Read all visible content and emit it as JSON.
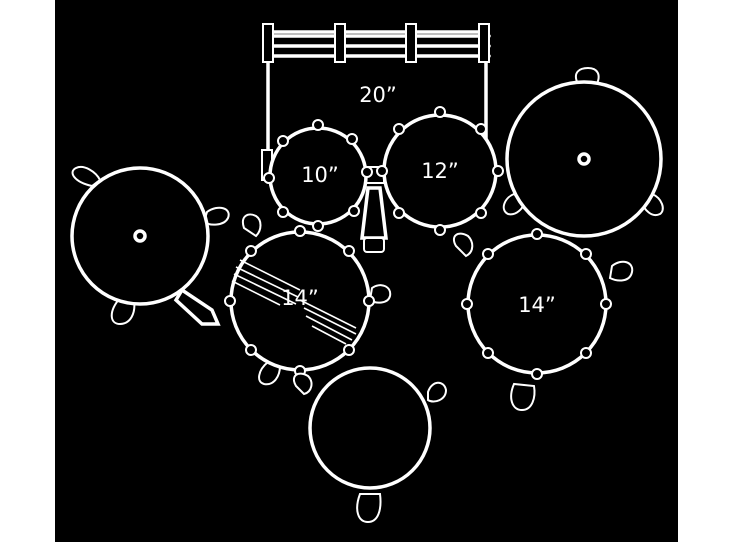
{
  "drum_labels": {
    "bass_drum": "20”",
    "tom_10": "10”",
    "tom_12": "12”",
    "snare_14": "14”",
    "floor_tom_14": "14”"
  },
  "colors": {
    "background": "#000000",
    "outline": "#ffffff",
    "page": "#ffffff"
  }
}
